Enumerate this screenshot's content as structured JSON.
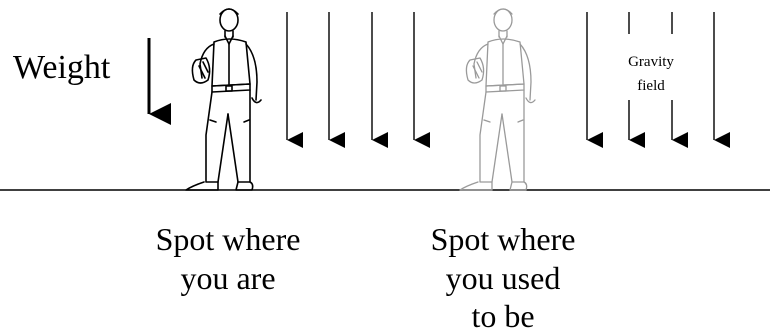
{
  "weight_label": "Weight",
  "gravity_label": {
    "line1": "Gravity",
    "line2": "field"
  },
  "captions": {
    "current": {
      "line1": "Spot where",
      "line2": "you are"
    },
    "former": {
      "line1": "Spot where",
      "line2": "you used",
      "line3": "to be"
    }
  },
  "colors": {
    "ink": "#000000",
    "ghost": "#9a9a9a"
  }
}
